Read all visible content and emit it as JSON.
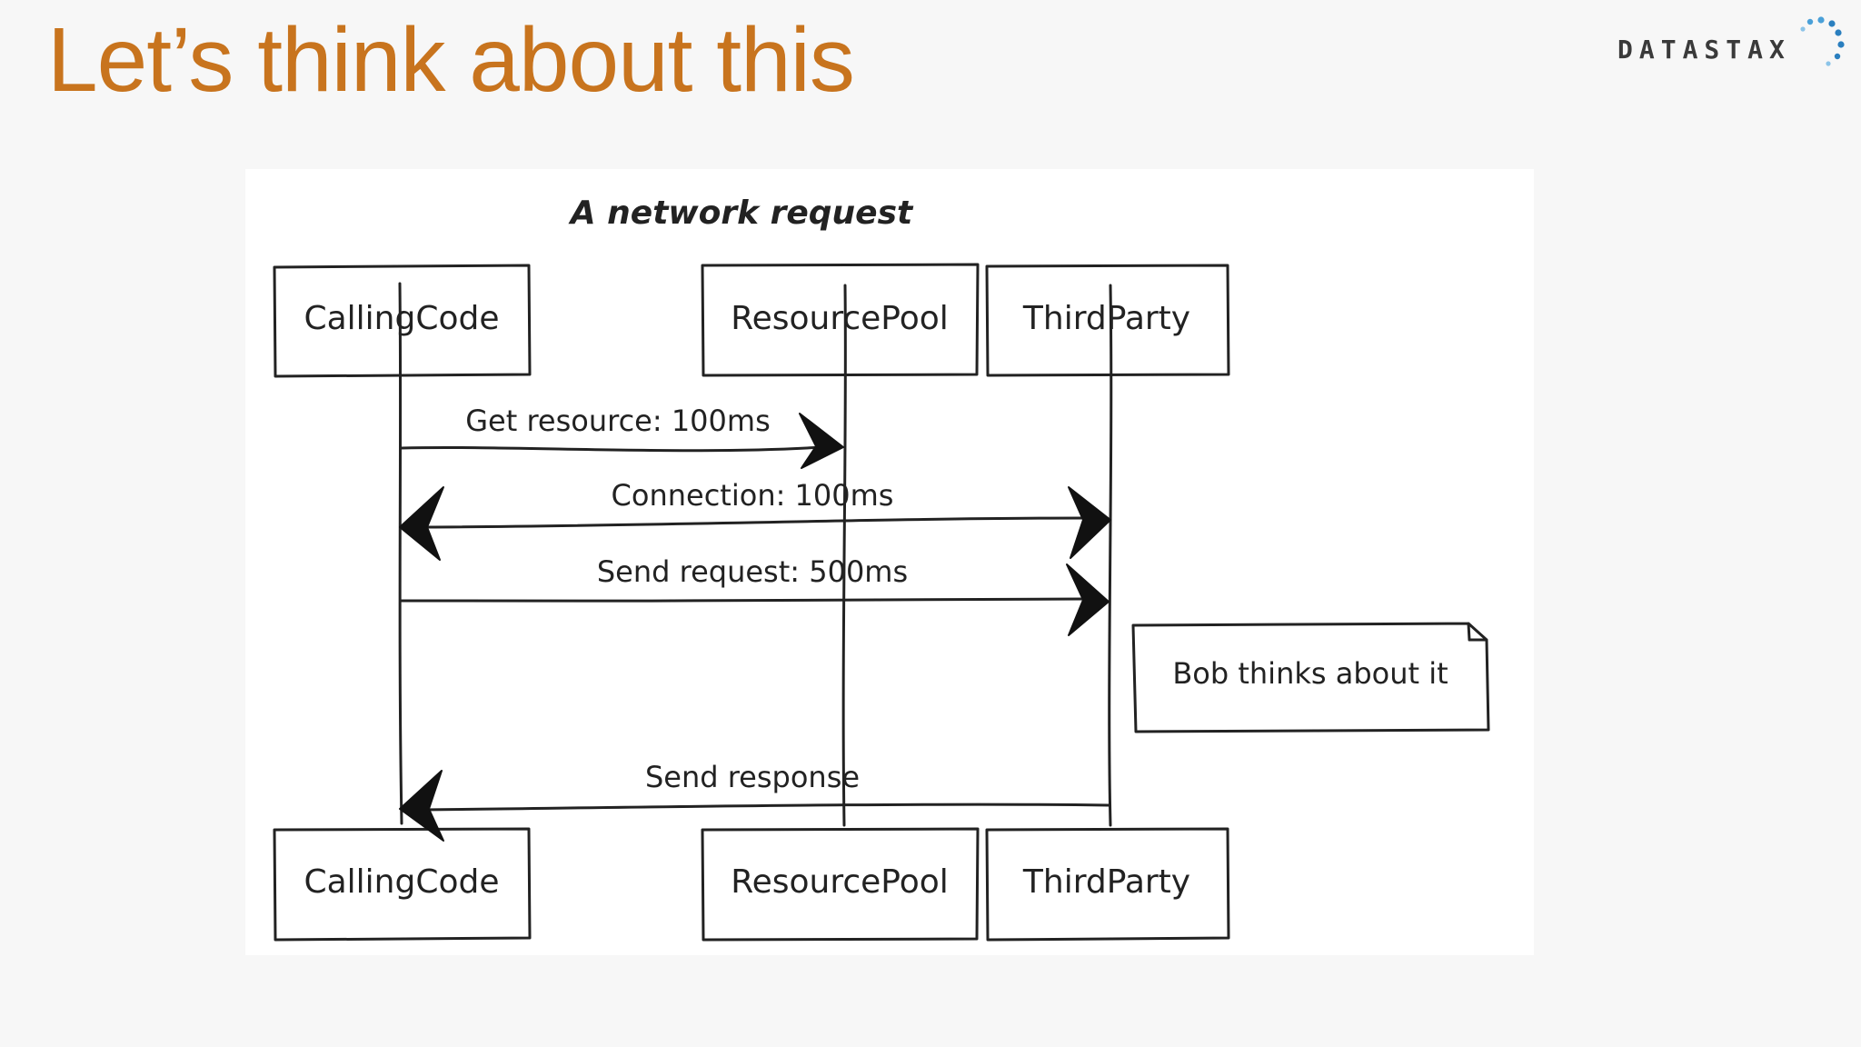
{
  "slide": {
    "title": "Let’s think about this"
  },
  "logo": {
    "text": "DATASTAX"
  },
  "diagram": {
    "title": "A network request",
    "participants_top": [
      "CallingCode",
      "ResourcePool",
      "ThirdParty"
    ],
    "participants_bottom": [
      "CallingCode",
      "ResourcePool",
      "ThirdParty"
    ],
    "messages": [
      "Get resource: 100ms",
      "Connection: 100ms",
      "Send request: 500ms",
      "Send response"
    ],
    "note": "Bob thinks about it"
  }
}
